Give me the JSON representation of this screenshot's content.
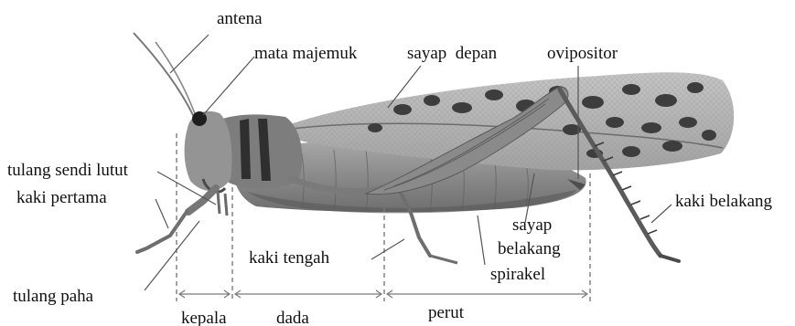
{
  "labels": {
    "antenna": "antena",
    "compound_eye": "mata majemuk",
    "forewing": "sayap  depan",
    "ovipositor": "ovipositor",
    "knee_joint": "tulang sendi lutut",
    "first_leg": "kaki pertama",
    "hind_leg": "kaki belakang",
    "hind_wing_line1": "sayap",
    "hind_wing_line2": "belakang",
    "middle_leg": "kaki tengah",
    "spiracle": "spirakel",
    "femur": "tulang paha",
    "head": "kepala",
    "thorax": "dada",
    "abdomen": "perut"
  },
  "colors": {
    "leader_line": "#555555",
    "divider_line": "#7a7a7a",
    "body": "#8c8c8c",
    "wing": "#b8b8b8",
    "wing_spots": "#3d3d3d"
  }
}
